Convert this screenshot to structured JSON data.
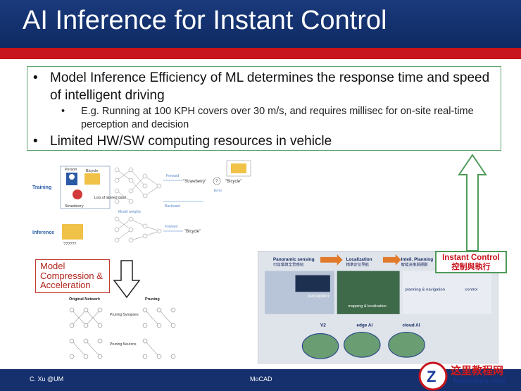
{
  "header": {
    "title": "AI Inference for Instant Control"
  },
  "bullets": {
    "main1": "Model Inference Efficiency of ML determines the response time and speed of intelligent driving",
    "sub1": "E.g. Running at 100 KPH covers over 30 m/s, and requires millisec for on-site real-time perception and decision",
    "main2": "Limited HW/SW computing resources in vehicle",
    "dot": "•"
  },
  "training_figure": {
    "training_label": "Training",
    "inference_label": "Inference",
    "person": "Person",
    "bicycle_lbl": "Bicycle",
    "strawberry": "Strawberry",
    "labeled_data": "Lots of labeled data!",
    "question_marks": "??????",
    "forward": "Forward",
    "backward": "Backward",
    "model_weights": "Model weights",
    "out_strawberry": "\"Strawberry\"",
    "out_bicycle": "\"Bicycle\"",
    "out_bicycle2": "\"Bicycle\"",
    "question": "?",
    "error": "Error"
  },
  "compression": {
    "label": "Model Compression & Acceleration"
  },
  "pruning_figure": {
    "original": "Original Network",
    "pruning": "Pruning",
    "synapses": "Pruning Synapses",
    "neurons": "Pruning Neurons"
  },
  "architecture": {
    "panoramic": "Panoramic sensing",
    "panoramic_cn": "可信環境全景感知",
    "localization": "Localization",
    "localization_cn": "精準定位导航",
    "planning": "Intell. Planning",
    "planning_cn": "智能决策與規劃",
    "perception": "perception",
    "mapping": "mapping & localization",
    "planning_nav": "planning & navigation",
    "control": "control",
    "v2": "V2",
    "edge": "edge AI",
    "cloud": "cloud AI"
  },
  "instant_control": {
    "en": "Instant Control",
    "cn": "控制與執行"
  },
  "footer": {
    "left": "C. Xu @UM",
    "mid": "MoCAD"
  },
  "watermark": {
    "name": "这里教程网",
    "url": "herecours.com",
    "logo": "Z"
  },
  "colors": {
    "header": "#15306c",
    "red": "#c8141c",
    "green": "#4e9a58",
    "footer": "#15306c"
  }
}
